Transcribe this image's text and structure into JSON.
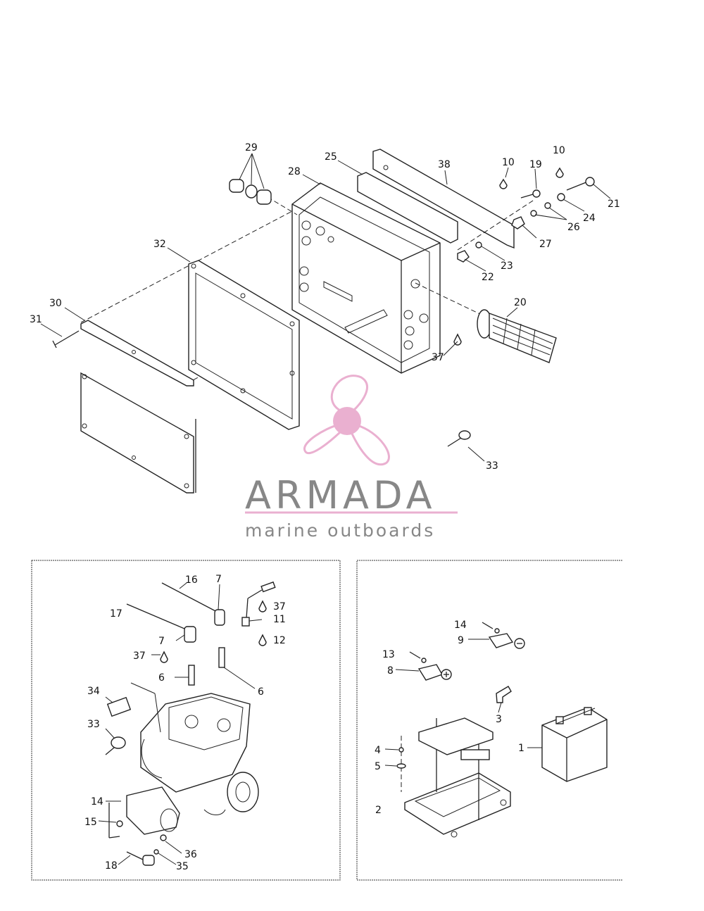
{
  "watermark": {
    "brand": "ARMADA",
    "tagline": "marine outboards",
    "colors": {
      "logo_pink": "#e8a8cc",
      "logo_pink_dark": "#e08fbd",
      "text_gray": "#7b7b7b",
      "rule": "#e8a8cc"
    }
  },
  "callouts": {
    "upper": [
      "29",
      "25",
      "28",
      "38",
      "10",
      "19",
      "10",
      "21",
      "24",
      "26",
      "27",
      "23",
      "22",
      "32",
      "30",
      "31",
      "20",
      "37",
      "33"
    ],
    "engine_box": [
      "16",
      "7",
      "37",
      "11",
      "17",
      "12",
      "7",
      "37",
      "6",
      "6",
      "34",
      "33",
      "14",
      "15",
      "36",
      "18",
      "35"
    ],
    "battery_box": [
      "14",
      "9",
      "13",
      "8",
      "3",
      "4",
      "1",
      "5",
      "2"
    ]
  }
}
